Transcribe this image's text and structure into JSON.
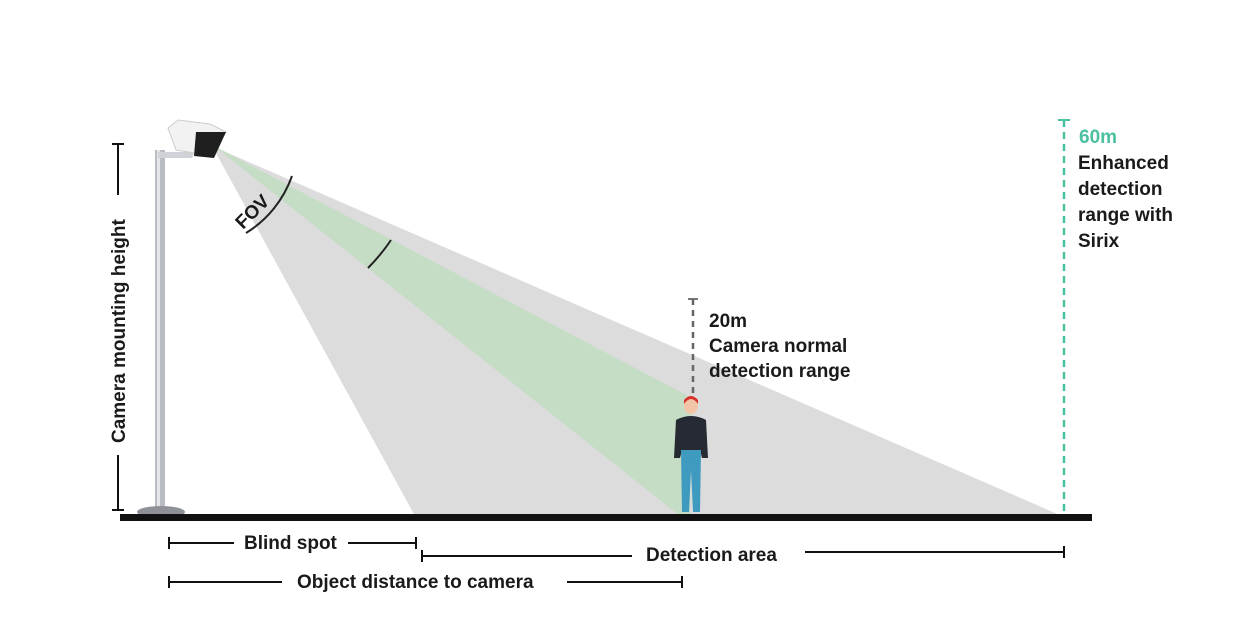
{
  "labels": {
    "mounting_height": "Camera mounting height",
    "fov": "FOV",
    "normal_range_value": "20m",
    "normal_range_line1": "Camera normal",
    "normal_range_line2": "detection range",
    "enhanced_range_value": "60m",
    "enhanced_line1": "Enhanced",
    "enhanced_line2": "detection",
    "enhanced_line3": "range with",
    "enhanced_line4": "Sirix",
    "blind_spot": "Blind spot",
    "detection_area": "Detection area",
    "object_distance": "Object distance to camera"
  },
  "colors": {
    "fov_gray": "#dcdcdc",
    "normal_green": "#c5dcc5",
    "accent_teal": "#4bc0a0",
    "ground": "#111111"
  }
}
